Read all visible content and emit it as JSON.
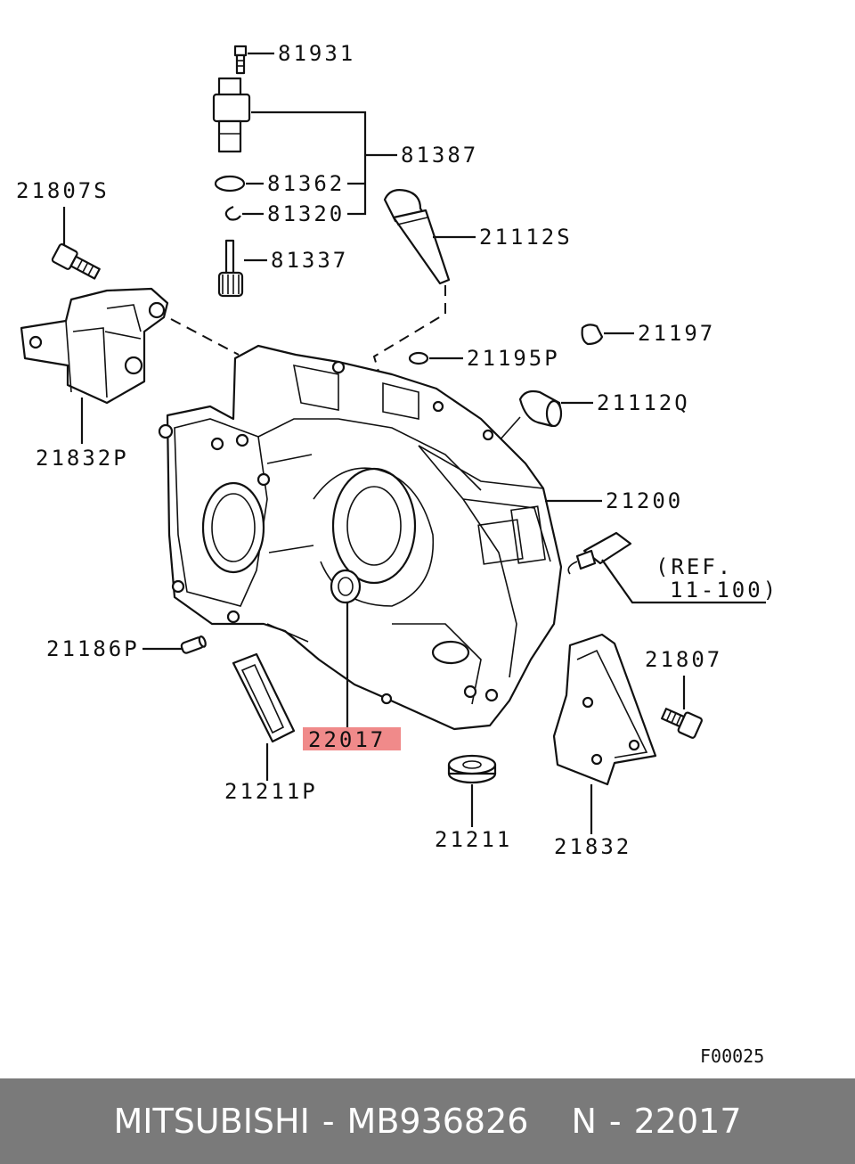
{
  "labels": {
    "p81931": "81931",
    "p81387": "81387",
    "p81362": "81362",
    "p81320": "81320",
    "p81337": "81337",
    "p21807S": "21807S",
    "p21112S": "21112S",
    "p21832P": "21832P",
    "p21197": "21197",
    "p21195P": "21195P",
    "p21112Q": "21112Q",
    "p21200": "21200",
    "ref1": "(REF.",
    "ref2": "11-100)",
    "p21186P": "21186P",
    "p21807": "21807",
    "p22017": "22017",
    "p21211P": "21211P",
    "p21211": "21211",
    "p21832": "21832",
    "figure_code": "F00025"
  },
  "highlight_color": "#f08a8a",
  "footer": {
    "brand": "MITSUBISHI",
    "sep1": "-",
    "part_number": "MB936826",
    "n_label": "N",
    "sep2": "-",
    "n_value": "22017"
  }
}
